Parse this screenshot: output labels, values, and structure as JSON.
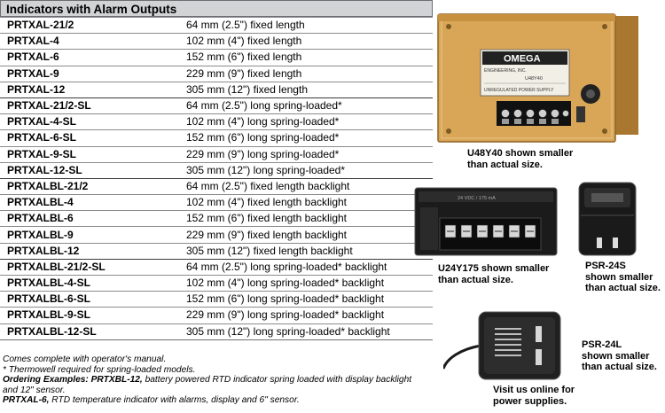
{
  "table": {
    "title": "Indicators with Alarm Outputs",
    "rows": [
      {
        "model": "PRTXAL-21/2",
        "desc": "64 mm (2.5\") fixed length"
      },
      {
        "model": "PRTXAL-4",
        "desc": "102 mm (4\") fixed length"
      },
      {
        "model": "PRTXAL-6",
        "desc": "152 mm (6\") fixed length"
      },
      {
        "model": "PRTXAL-9",
        "desc": "229 mm (9\") fixed length"
      },
      {
        "model": "PRTXAL-12",
        "desc": "305 mm (12\") fixed length"
      },
      {
        "model": "PRTXAL-21/2-SL",
        "desc": "64 mm (2.5\") long spring-loaded*"
      },
      {
        "model": "PRTXAL-4-SL",
        "desc": "102 mm (4\") long spring-loaded*"
      },
      {
        "model": "PRTXAL-6-SL",
        "desc": "152 mm (6\") long spring-loaded*"
      },
      {
        "model": "PRTXAL-9-SL",
        "desc": "229 mm (9\") long spring-loaded*"
      },
      {
        "model": "PRTXAL-12-SL",
        "desc": "305 mm (12\") long spring-loaded*"
      },
      {
        "model": "PRTXALBL-21/2",
        "desc": "64 mm (2.5\") fixed length backlight"
      },
      {
        "model": "PRTXALBL-4",
        "desc": "102 mm (4\") fixed length backlight"
      },
      {
        "model": "PRTXALBL-6",
        "desc": "152 mm (6\") fixed length backlight"
      },
      {
        "model": "PRTXALBL-9",
        "desc": "229 mm (9\") fixed length backlight"
      },
      {
        "model": "PRTXALBL-12",
        "desc": "305 mm (12\") fixed length backlight"
      },
      {
        "model": "PRTXALBL-21/2-SL",
        "desc": "64 mm (2.5\") long spring-loaded* backlight"
      },
      {
        "model": "PRTXALBL-4-SL",
        "desc": "102 mm (4\") long spring-loaded* backlight"
      },
      {
        "model": "PRTXALBL-6-SL",
        "desc": "152 mm (6\") long spring-loaded* backlight"
      },
      {
        "model": "PRTXALBL-9-SL",
        "desc": "229 mm (9\") long spring-loaded* backlight"
      },
      {
        "model": "PRTXALBL-12-SL",
        "desc": "305 mm (12\") long spring-loaded* backlight"
      }
    ]
  },
  "notes": {
    "line1": "Comes complete with operator's manual.",
    "line2": "* Thermowell required for spring-loaded models.",
    "ex1_label": "Ordering Examples: PRTXBL-12,",
    "ex1_text": " battery powered RTD indicator spring loaded with display backlight and 12\" sensor.",
    "ex2_label": "PRTXAL-6,",
    "ex2_text": " RTD temperature indicator with alarms, display and 6\" sensor."
  },
  "photos": {
    "u48y40": {
      "brand": "OMEGA",
      "brand_sub": "ENGINEERING, INC.",
      "plate_model": "U48Y40",
      "plate_label": "UNREGULATED POWER SUPPLY",
      "caption": [
        "U48Y40 shown smaller",
        "than actual size."
      ]
    },
    "u24y175": {
      "plate": "24 VDC / 175 mA",
      "caption": [
        "U24Y175 shown smaller",
        "than actual size."
      ]
    },
    "psr24s": {
      "caption": [
        "PSR-24S",
        "shown smaller",
        "than actual size."
      ]
    },
    "psr24l": {
      "caption": [
        "PSR-24L",
        "shown smaller",
        "than actual size."
      ]
    },
    "visit": [
      "Visit us online for",
      "power supplies."
    ]
  },
  "colors": {
    "header_bg": "#d2d3d5",
    "enclosure_tan": "#d9a658",
    "black_device": "#1b1b1b"
  }
}
